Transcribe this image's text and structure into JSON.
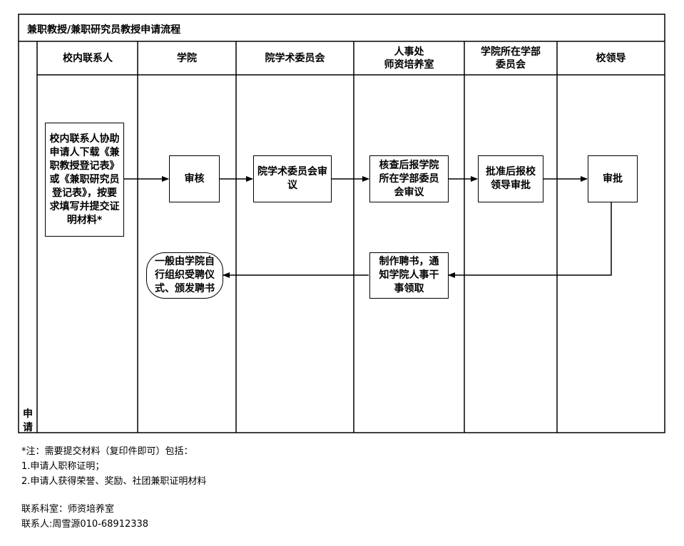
{
  "title": "兼职教授/兼职研究员教授申请流程",
  "lanes": [
    "校内联系人",
    "学院",
    "院学术委员会",
    "人事处\n师资培养室",
    "学院所在学部\n委员会",
    "校领导"
  ],
  "side_lane": "申请",
  "steps": {
    "contact": "校内联系人协助申请人下载《兼职教授登记表》或《兼职研究员登记表》，按要求填写并提交证明材料*",
    "college_review": "审核",
    "committee_review": "院学术委员会审议",
    "hr_check": "核查后报学院所在学部委员会审议",
    "division_approve": "批准后报校领导审批",
    "leader_approve": "审批",
    "make_letter": "制作聘书，通知学院人事干事领取",
    "ceremony": "一般由学院自行组织受聘仪式、颁发聘书"
  },
  "notes": {
    "note_title": "*注：需要提交材料（复印件即可）包括：",
    "note_1": "1.申请人职称证明；",
    "note_2": "2.申请人获得荣誉、奖励、社团兼职证明材料",
    "contact_office": "联系科室：师资培养室",
    "contact_person": "联系人:周雪源010-68912338"
  },
  "colors": {
    "line": "#000000",
    "background": "#ffffff"
  }
}
